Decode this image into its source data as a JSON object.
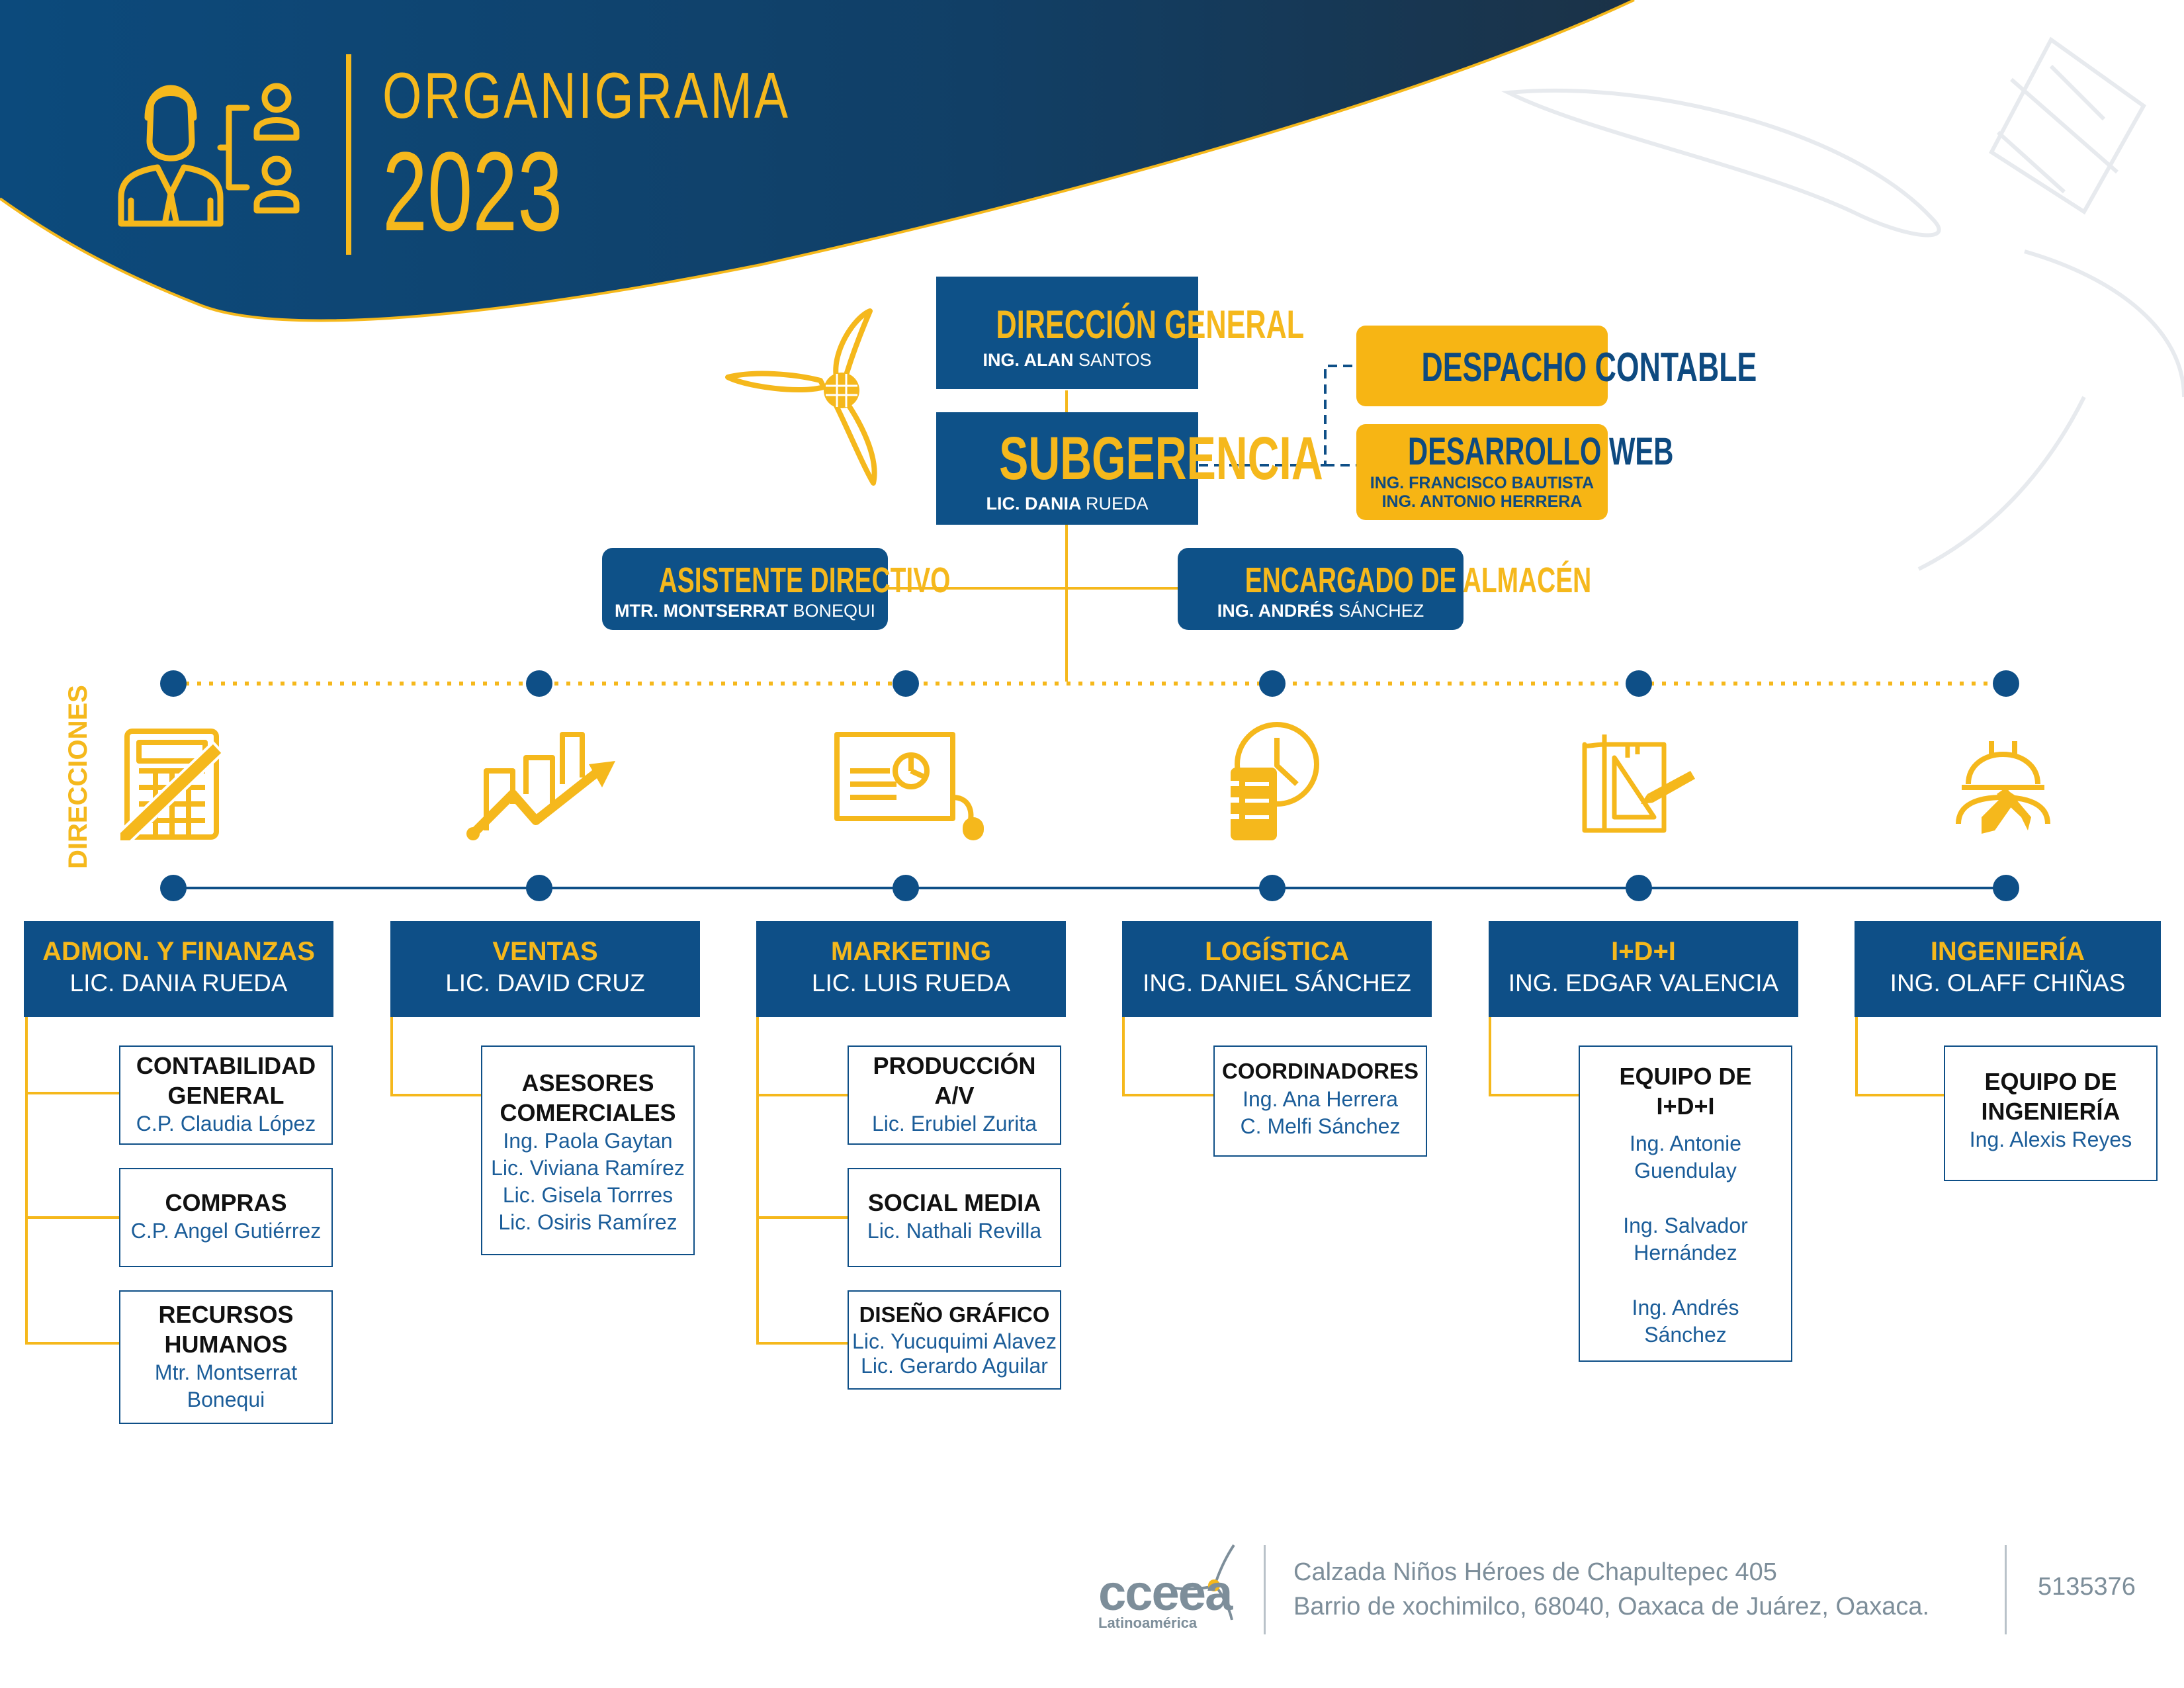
{
  "header": {
    "title": "ORGANIGRAMA",
    "year": "2023"
  },
  "top": {
    "direccion": {
      "title": "DIRECCIÓN GENERAL",
      "prefix": "ING. ALAN",
      "name": "SANTOS"
    },
    "subgerencia": {
      "title": "SUBGERENCIA",
      "prefix": "LIC. DANIA",
      "name": "RUEDA"
    },
    "despacho": {
      "title": "DESPACHO CONTABLE"
    },
    "desarrollo": {
      "title": "DESARROLLO WEB",
      "p1": "ING. FRANCISCO BAUTISTA",
      "p2": "ING. ANTONIO HERRERA"
    },
    "asistente": {
      "title": "ASISTENTE DIRECTIVO",
      "prefix": "MTR. MONTSERRAT",
      "name": "BONEQUI"
    },
    "almacen": {
      "title": "ENCARGADO DE ALMACÉN",
      "prefix": "ING. ANDRÉS",
      "name": "SÁNCHEZ"
    }
  },
  "direcciones_label": "DIRECCIONES",
  "departments": [
    {
      "title": "ADMON. Y FINANZAS",
      "head": "LIC. DANIA RUEDA"
    },
    {
      "title": "VENTAS",
      "head": "LIC. DAVID CRUZ"
    },
    {
      "title": "MARKETING",
      "head": "LIC. LUIS RUEDA"
    },
    {
      "title": "LOGÍSTICA",
      "head": "ING. DANIEL SÁNCHEZ"
    },
    {
      "title": "I+D+I",
      "head": "ING. EDGAR VALENCIA"
    },
    {
      "title": "INGENIERÍA",
      "head": "ING. OLAFF CHIÑAS"
    }
  ],
  "sub": {
    "contabilidad": {
      "t1": "CONTABILIDAD",
      "t2": "GENERAL",
      "p1": "C.P. Claudia López"
    },
    "compras": {
      "t1": "COMPRAS",
      "p1": "C.P. Angel Gutiérrez"
    },
    "rrhh": {
      "t1": "RECURSOS",
      "t2": "HUMANOS",
      "p1": "Mtr. Montserrat",
      "p2": "Bonequi"
    },
    "asesores": {
      "t1": "ASESORES",
      "t2": "COMERCIALES",
      "p1": "Ing. Paola Gaytan",
      "p2": "Lic. Viviana Ramírez",
      "p3": "Lic. Gisela Torrres",
      "p4": "Lic. Osiris Ramírez"
    },
    "produccion": {
      "t1": "PRODUCCIÓN",
      "t2": "A/V",
      "p1": "Lic. Erubiel Zurita"
    },
    "social": {
      "t1": "SOCIAL MEDIA",
      "p1": "Lic. Nathali Revilla"
    },
    "diseno": {
      "t1": "DISEÑO GRÁFICO",
      "p1": "Lic. Yucuquimi Alavez",
      "p2": "Lic. Gerardo Aguilar"
    },
    "coordinadores": {
      "t1": "COORDINADORES",
      "p1": "Ing. Ana Herrera",
      "p2": "C. Melfi Sánchez"
    },
    "equipo_idi": {
      "t1": "EQUIPO DE",
      "t2": "I+D+I",
      "p1": "Ing. Antonie",
      "p2": "Guendulay",
      "p3": "Ing.  Salvador",
      "p4": "Hernández",
      "p5": "Ing.  Andrés",
      "p6": "Sánchez"
    },
    "equipo_ing": {
      "t1": "EQUIPO DE",
      "t2": "INGENIERÍA",
      "p1": "Ing. Alexis Reyes"
    }
  },
  "footer": {
    "logo": "cceea",
    "logo_sub": "Latinoamérica",
    "address1": "Calzada Niños Héroes de Chapultepec 405",
    "address2": "Barrio de xochimilco, 68040, Oaxaca de Juárez, Oaxaca.",
    "phone": "5135376"
  },
  "colors": {
    "navy": "#0E4F87",
    "dark_navy": "#12375A",
    "gold": "#F5B81C"
  },
  "icons": [
    "org-chart-icon",
    "wind-turbine-icon",
    "calculator-icon",
    "growth-chart-icon",
    "presentation-icon",
    "clock-notebook-icon",
    "blueprint-icon",
    "engineer-icon"
  ]
}
